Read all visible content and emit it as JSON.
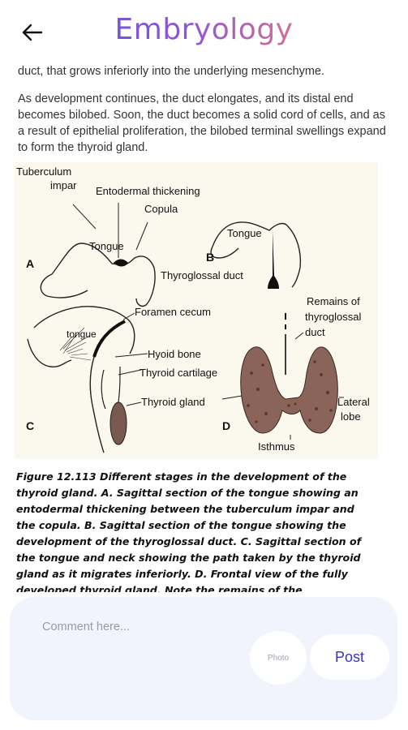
{
  "header": {
    "title": "Embryology",
    "back_icon": "arrow-left-icon"
  },
  "article": {
    "para1": "duct, that grows inferiorly into the underlying mesenchyme.",
    "para2": "As development continues, the duct elongates, and its distal end becomes bilobed. Soon, the duct becomes a solid cord of cells, and as a result of epithelial proliferation, the bilobed terminal swellings expand to form the thyroid gland."
  },
  "figure": {
    "labels": {
      "tuberculum": "Tuberculum",
      "impar": "impar",
      "entodermal": "Entodermal thickening",
      "copula": "Copula",
      "tongue_a": "Tongue",
      "tongue_b": "Tongue",
      "thyroglossal_duct": "Thyroglossal duct",
      "panel_a": "A",
      "panel_b": "B",
      "panel_c": "C",
      "panel_d": "D",
      "foramen": "Foramen cecum",
      "tongue_c": "tongue",
      "hyoid": "Hyoid bone",
      "thyroid_cartilage": "Thyroid cartilage",
      "thyroid_gland": "Thyroid gland",
      "remains1": "Remains of",
      "remains2": "thyroglossal",
      "remains3": "duct",
      "lateral": "Lateral",
      "lobe": "lobe",
      "isthmus": "Isthmus"
    }
  },
  "caption": "Figure 12.113 Different stages in the development of the thyroid gland. A. Sagittal section of the tongue showing an entodermal thickening between the tuberculum impar and the copula. B. Sagittal section of the tongue showing the development of the thyroglossal duct. C. Sagittal section of the tongue and neck showing the path taken by the thyroid gland as it migrates inferiorly. D. Frontal view of the fully developed thyroid gland. Note the remains of the thyroglossal duct above",
  "comment": {
    "placeholder": "Comment here...",
    "photo_label": "Photo",
    "post_label": "Post"
  },
  "colors": {
    "title_gradient": [
      "#5b49e6",
      "#f18c4e"
    ],
    "panel_bg": "#f2f4fd",
    "post_text": "#3a34b8"
  }
}
